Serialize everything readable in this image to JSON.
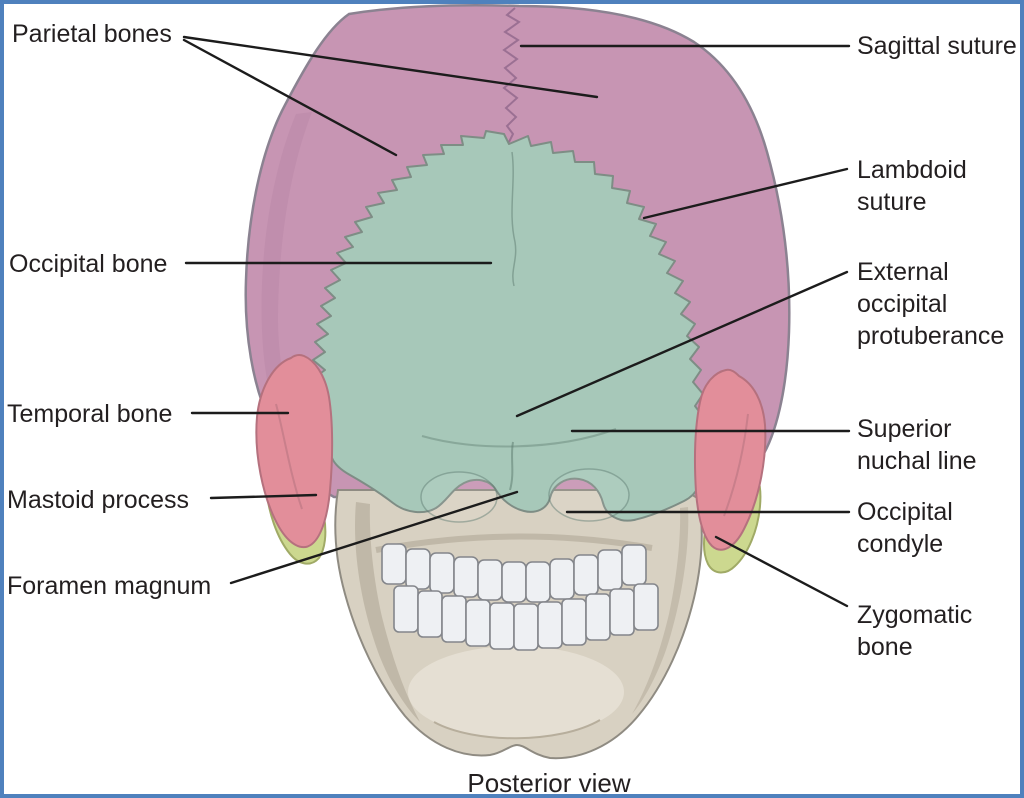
{
  "figure": {
    "caption": "Posterior view",
    "labels": {
      "parietal_bones": "Parietal bones",
      "occipital_bone": "Occipital bone",
      "temporal_bone": "Temporal bone",
      "mastoid_process": "Mastoid process",
      "foramen_magnum": "Foramen magnum",
      "sagittal_suture": "Sagittal suture",
      "lambdoid_suture": "Lambdoid suture",
      "external_occipital_protuberance": "External occipital protuberance",
      "superior_nuchal_line": "Superior nuchal line",
      "occipital_condyle": "Occipital condyle",
      "zygomatic_bone": "Zygomatic bone"
    },
    "colors": {
      "parietal_bone": "#c795b3",
      "occipital_bone": "#a7c8b9",
      "temporal_bone": "#e28e9a",
      "zygomatic_bone": "#ccd88f",
      "mandible": "#d8d1c2",
      "teeth": "#eef0f3",
      "suture_line": "#9b7093",
      "leader_line": "#1c1c1c",
      "frame_border": "#4f81bd",
      "label_text": "#231f20"
    }
  }
}
